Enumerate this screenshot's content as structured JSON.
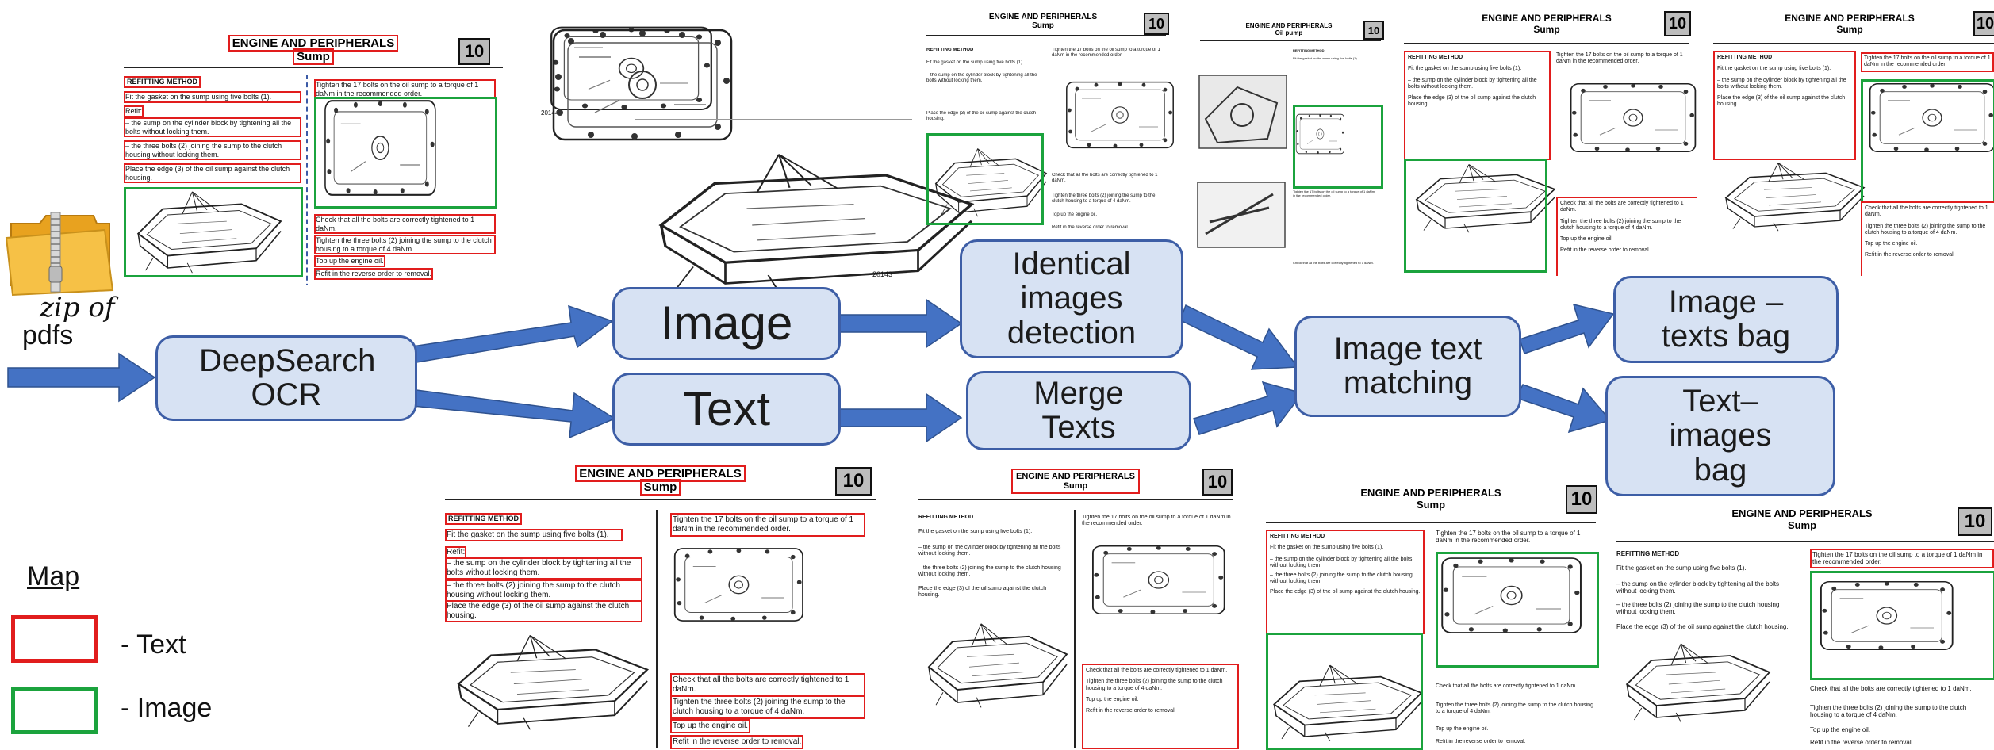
{
  "input": {
    "label_line1": "zip of",
    "label_line2": "pdfs"
  },
  "nodes": {
    "ocr": "DeepSearch OCR",
    "image": "Image",
    "text": "Text",
    "identical": "Identical images detection",
    "merge": "Merge Texts",
    "matching": "Image text matching",
    "image_texts_bag": "Image – texts bag",
    "text_images_bag": "Text– images bag"
  },
  "legend": {
    "title": "Map",
    "text_label": "- Text",
    "image_label": "- Image"
  },
  "colors": {
    "node_fill": "#d7e2f3",
    "node_border": "#3d5ea6",
    "arrow": "#4472c4",
    "text_box": "#e11d1d",
    "image_box": "#1ba33d"
  },
  "page": {
    "header": "ENGINE AND PERIPHERALS",
    "subheader": "Sump",
    "oil_pump_subheader": "Oil pump",
    "number": "10",
    "method": "REFITTING METHOD",
    "fit": "Fit the gasket on the sump using five bolts (1).",
    "refit": "Refit:",
    "refit_a": "– the sump on the cylinder block by tightening all the bolts without locking them.",
    "refit_b": "– the three bolts (2) joining the sump to the clutch housing without locking them.",
    "place": "Place the edge (3) of the oil sump against the clutch housing.",
    "tighten17": "Tighten the 17 bolts on the oil sump to a torque of 1 daNm in the recommended order.",
    "check": "Check that all the bolts are correctly tightened to 1 daNm.",
    "tighten3": "Tighten the three bolts (2) joining the sump to the clutch housing to a torque of 4 daNm.",
    "topup": "Top up the engine oil.",
    "reverse": "Refit in the reverse order to removal.",
    "fig_a": "20144",
    "fig_b": "20143"
  }
}
